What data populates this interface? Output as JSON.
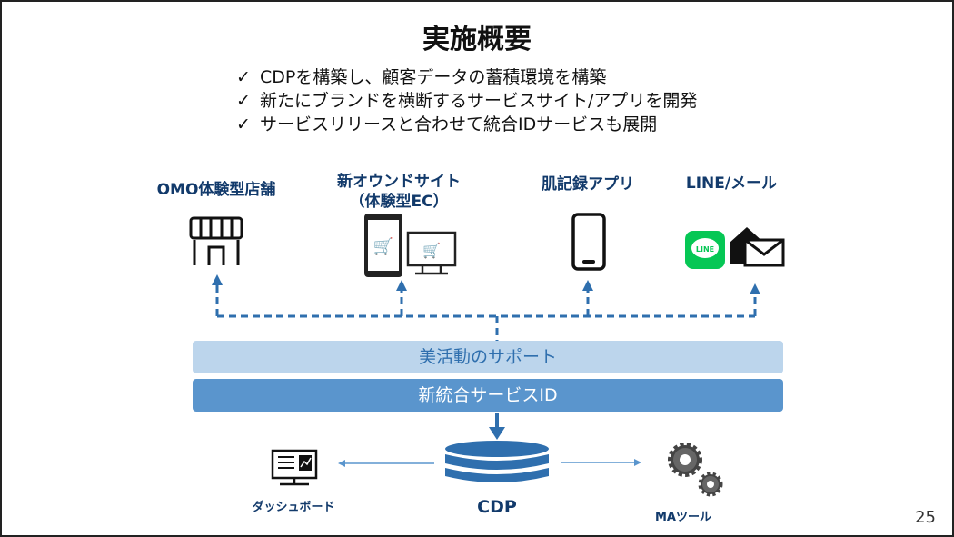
{
  "slide": {
    "title": "実施概要",
    "bullets": [
      "CDPを構築し、顧客データの蓄積環境を構築",
      "新たにブランドを横断するサービスサイト/アプリを開発",
      "サービスリリースと合わせて統合IDサービスも展開"
    ],
    "check_mark": "✓",
    "page_number": "25"
  },
  "channels": [
    {
      "line1": "OMO体験型店舗",
      "line2": "",
      "icon": "storefront-icon"
    },
    {
      "line1": "新オウンドサイト",
      "line2": "（体験型EC）",
      "icon": "ec-devices-icon"
    },
    {
      "line1": "肌記録アプリ",
      "line2": "",
      "icon": "smartphone-icon"
    },
    {
      "line1": "LINE/メール",
      "line2": "",
      "icon": "line-mail-icon"
    }
  ],
  "line_badge": "LINE",
  "bars": {
    "support": "美活動のサポート",
    "id_service": "新統合サービスID"
  },
  "bottom": {
    "dashboard": "ダッシュボード",
    "cdp": "CDP",
    "ma": "MAツール"
  },
  "colors": {
    "navy": "#123a6b",
    "arrow_blue": "#2f6fae",
    "bar_light": "#bcd5ec",
    "bar_dark": "#5a95cd",
    "line_green": "#06c755"
  }
}
